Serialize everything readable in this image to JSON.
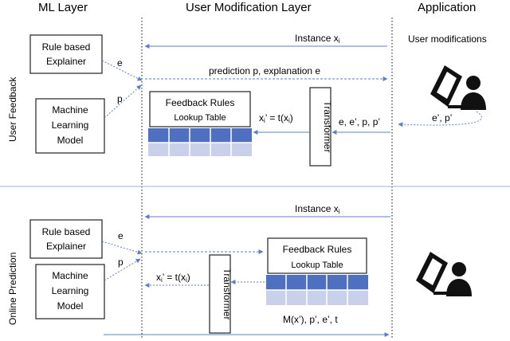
{
  "headers": {
    "ml_layer": "ML Layer",
    "user_modification_layer": "User Modification Layer",
    "application": "Application"
  },
  "sections": {
    "top": "User Feedback",
    "bottom": "Online Prediction"
  },
  "top": {
    "explainer": [
      "Rule based",
      "Explainer"
    ],
    "ml_model": [
      "Machine",
      "Learning",
      "Model"
    ],
    "e_label": "e",
    "p_label": "p",
    "instance": "Instance x",
    "instance_sub": "i",
    "prediction": "prediction p, explanation e",
    "user_modifications": "User modifications",
    "feedback_title": "Feedback Rules",
    "feedback_subtitle": "Lookup Table",
    "transform_eq": "x",
    "transform_eq_sub": "i",
    "transform_eq_rest": "’ = t(x",
    "transform_eq_sub2": "i",
    "transform_eq_end": ")",
    "transformer": "Transformer",
    "transformer_inputs": "e, e’, p, p’",
    "app_output": "e’, p’"
  },
  "bottom": {
    "explainer": [
      "Rule based",
      "Explainer"
    ],
    "ml_model": [
      "Machine",
      "Learning",
      "Model"
    ],
    "e_label": "e",
    "p_label": "p",
    "instance": "Instance x",
    "instance_sub": "i",
    "feedback_title": "Feedback Rules",
    "feedback_subtitle": "Lookup Table",
    "transform_eq": "x",
    "transform_eq_sub": "i",
    "transform_eq_rest": "’ = t(x",
    "transform_eq_sub2": "i",
    "transform_eq_end": ")",
    "transformer": "Transformer",
    "lookup_output": "M(x’), p’, e’, t"
  },
  "colors": {
    "arrow": "#5b7fc7",
    "table_header": "#4f6fc1",
    "table_row": "#c9d1ea",
    "separator": "#9db3de",
    "icon": "#111111"
  }
}
